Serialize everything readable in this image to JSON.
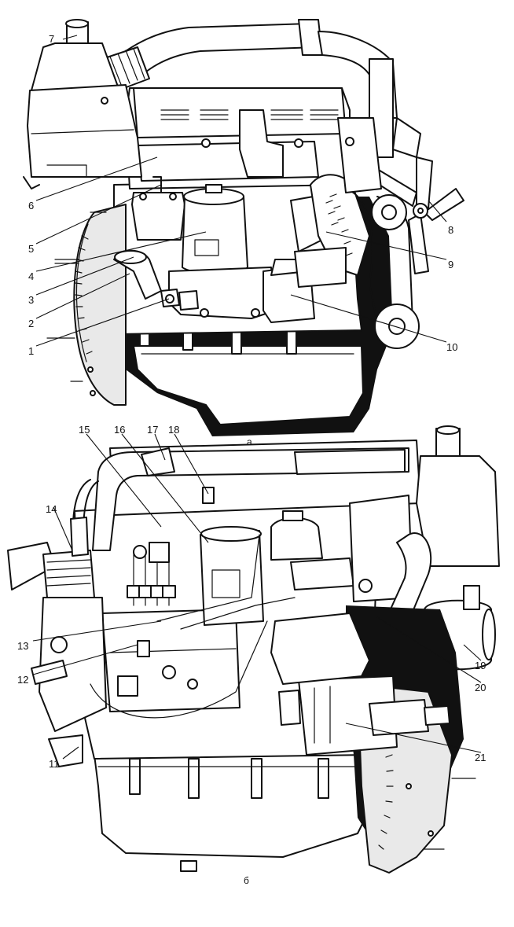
{
  "views": [
    {
      "id": "a",
      "caption": "а",
      "callouts": [
        {
          "id": "1",
          "label": "1"
        },
        {
          "id": "2",
          "label": "2"
        },
        {
          "id": "3",
          "label": "3"
        },
        {
          "id": "4",
          "label": "4"
        },
        {
          "id": "5",
          "label": "5"
        },
        {
          "id": "6",
          "label": "6"
        },
        {
          "id": "7",
          "label": "7"
        },
        {
          "id": "8",
          "label": "8"
        },
        {
          "id": "9",
          "label": "9"
        },
        {
          "id": "10",
          "label": "10"
        }
      ]
    },
    {
      "id": "b",
      "caption": "б",
      "callouts": [
        {
          "id": "11",
          "label": "11"
        },
        {
          "id": "12",
          "label": "12"
        },
        {
          "id": "13",
          "label": "13"
        },
        {
          "id": "14",
          "label": "14"
        },
        {
          "id": "15",
          "label": "15"
        },
        {
          "id": "16",
          "label": "16"
        },
        {
          "id": "17",
          "label": "17"
        },
        {
          "id": "18",
          "label": "18"
        },
        {
          "id": "19",
          "label": "19"
        },
        {
          "id": "20",
          "label": "20"
        },
        {
          "id": "21",
          "label": "21"
        }
      ]
    }
  ]
}
